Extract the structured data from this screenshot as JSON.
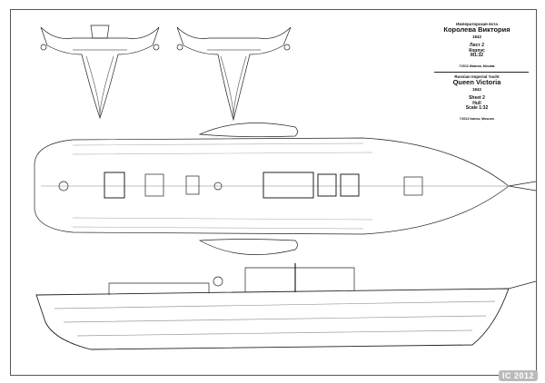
{
  "title_ru": {
    "subtitle": "Императорская яхта",
    "name": "Королева Виктория",
    "year": "1842",
    "sheet": "Лист 2",
    "part": "Корпус",
    "scale": "М1:32",
    "copyright": "©2012 Иванов, Москва"
  },
  "title_en": {
    "subtitle": "Russian Imperial Yacht",
    "name": "Queen Victoria",
    "year": "1842",
    "sheet": "Sheet 2",
    "part": "Hull",
    "scale": "Scale 1:32",
    "copyright": "©2012 Ivanov, Moscow"
  },
  "watermark": "IC 2012"
}
